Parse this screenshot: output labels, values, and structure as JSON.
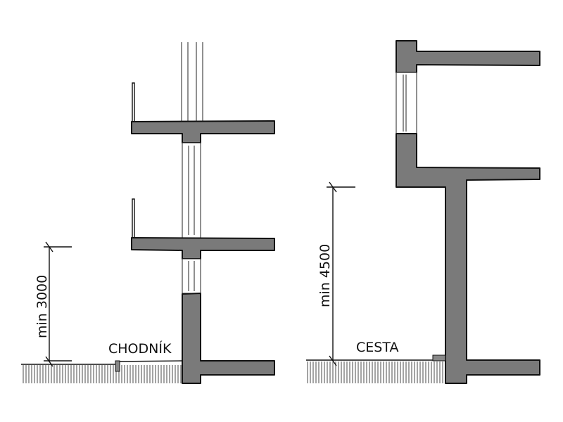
{
  "left_section": {
    "dimension_label": "min 3000",
    "ground_label": "CHODNÍK"
  },
  "right_section": {
    "dimension_label": "min 4500",
    "ground_label": "CESTA"
  },
  "colors": {
    "wall_fill": "#7a7a7a",
    "line": "#111111"
  }
}
